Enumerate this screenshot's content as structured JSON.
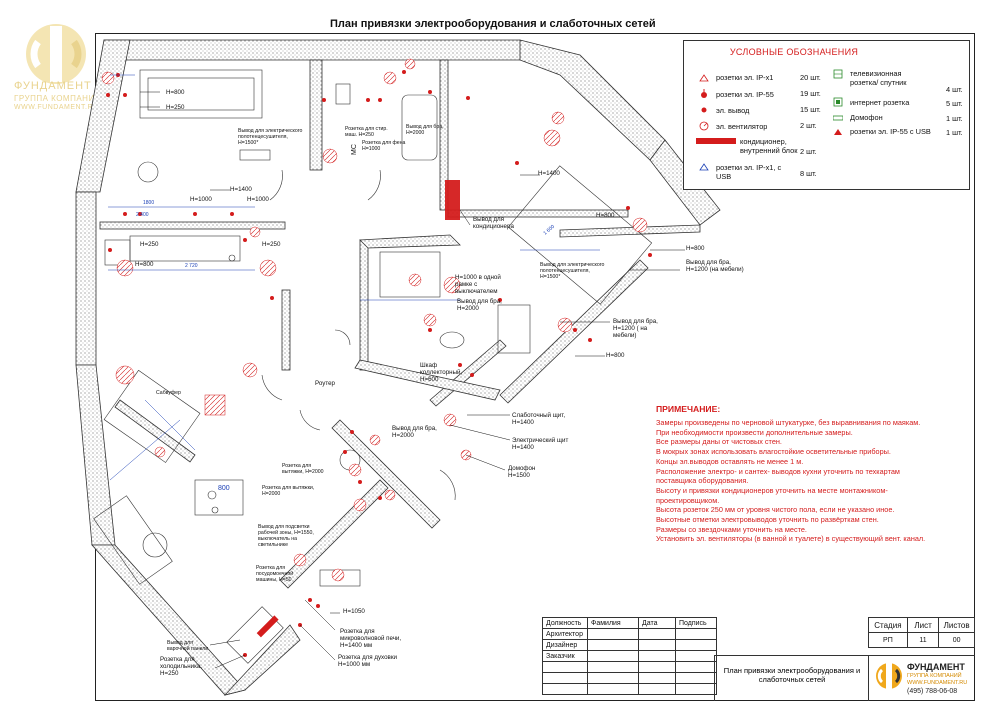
{
  "title": "План привязки электрооборудования и слаботочных сетей",
  "watermark": {
    "line1": "ФУНДАМЕНТ",
    "line2": "ГРУППА КОМПАНИЙ",
    "line3": "WWW.FUNDAMENT.RU"
  },
  "legend": {
    "title": "УСЛОВНЫЕ ОБОЗНАЧЕНИЯ",
    "left": [
      {
        "label": "розетки эл. IP-x1",
        "count": "20 шт.",
        "icon": "socket-icon"
      },
      {
        "label": "розетки эл. IP-55",
        "count": "19 шт.",
        "icon": "socket-ip55-icon"
      },
      {
        "label": "эл. вывод",
        "count": "15 шт.",
        "icon": "outlet-icon"
      },
      {
        "label": "эл. вентилятор",
        "count": "2 шт.",
        "icon": "fan-icon"
      },
      {
        "label": "кондиционер, внутренний блок",
        "count": "2 шт.",
        "icon": "ac-unit-icon"
      },
      {
        "label": "розетки эл. IP-x1, с USB",
        "count": "8 шт.",
        "icon": "usb-socket-icon"
      }
    ],
    "right": [
      {
        "label": "телевизионная розетка/ спутник",
        "count": "4 шт.",
        "icon": "tv-socket-icon"
      },
      {
        "label": "интернет розетка",
        "count": "5 шт.",
        "icon": "internet-socket-icon"
      },
      {
        "label": "Домофон",
        "count": "1 шт.",
        "icon": "intercom-icon"
      },
      {
        "label": "розетки эл. IP-55 с USB",
        "count": "1 шт.",
        "icon": "ip55-usb-socket-icon"
      }
    ]
  },
  "notes": {
    "title": "ПРИМЕЧАНИЕ:",
    "lines": [
      "Замеры произведены по черновой штукатурке, без выравнивания по маякам.",
      "При необходимости произвести дополнительные замеры.",
      "Все размеры даны от чистовых стен.",
      "В мокрых зонах использовать влагостойкие осветительные приборы.",
      "Концы эл.выводов оставлять не менее 1 м.",
      "Расположение электро- и сантех- выводов кухни уточнить по техкартам",
      " поставщика оборудования.",
      "Высоту и привязки кондиционеров уточнить на месте монтажником-",
      "проектировщиком.",
      "Высота розеток 250 мм от уровня чистого пола, если не указано иное.",
      "Высотные отметки электровыводов уточнить по развёрткам стен.",
      "Размеры со звездочками уточнить на месте.",
      "Установить эл. вентиляторы (в ванной и туалете) в существующий вент. канал."
    ]
  },
  "stamp": {
    "headers": [
      "Должность",
      "Фамилия",
      "Дата",
      "Подпись"
    ],
    "roles": [
      "Архитектор",
      "Дизайнер",
      "Заказчик"
    ],
    "sheet_headers": [
      "Стадия",
      "Лист",
      "Листов"
    ],
    "sheet_values": [
      "РП",
      "11",
      "00"
    ],
    "sheet_title": "План привязки электрооборудования и слаботочных сетей",
    "brand": "ФУНДАМЕНТ",
    "brand_sub": "ГРУППА КОМПАНИЙ",
    "brand_url": "WWW.FUNDAMENT.RU",
    "brand_phone": "(495) 788-06-08"
  },
  "plan_labels": {
    "h800_a": "Н=800",
    "h250_a": "Н=250",
    "h1400_a": "Н=1400",
    "h1000_a": "Н=1000",
    "h1000_b": "Н=1000",
    "h250_b": "Н=250",
    "h250_c": "Н=250",
    "h800_b": "Н=800",
    "ac_out": "Вывод для кондиционера",
    "h1400_b": "Н=1400",
    "h800_c": "Н=800",
    "h800_d": "Н=800",
    "bra_h1200_a": "Вывод для бра, Н=1200 (на мебели)",
    "bra_h1200_b": "Вывод для бра, Н=1200 ( на мебели)",
    "h800_e": "Н=800",
    "heater_h1500": "Вывод для электрического полотенцесушителя, Н=1500*",
    "h1000_frame": "Н=1000 в одной рамке с выключателем",
    "bra_h2000_a": "Вывод для бра, Н=2000",
    "cabinet": "Шкаф коллекторный, Н=600",
    "bra_h2000_b": "Вывод для бра, Н=2000",
    "lowcurrent": "Слаботочный щит, Н=1400",
    "electric": "Электрический щит Н=1400",
    "intercom": "Домофон Н=1500",
    "router": "Роутер",
    "hood": "Розетка для вытяжки, Н=2000",
    "boiler": "Вывод для электрического полотенцесушителя, Н=1500*",
    "wash": "Розетка для стир. маш. Н=250",
    "bra_h2000_c": "Вывод для бра, Н=2000",
    "shower": "Розетка для фена Н=1000",
    "kitchen_h1050": "Н=1050",
    "micro": "Розетка для микроволновой печи, Н=1400 мм",
    "oven": "Розетка для духовки Н=1000 мм",
    "fridge": "Розетка для холодильника, Н=250",
    "hob": "Вывод для варочной панели",
    "table_800": "800",
    "dish": "Розетка для посудомоечной машины, Н=50",
    "work_zone": "Вывод для подсветки рабочей зоны, Н=1550, выключатель на светильнике",
    "hood2": "Розетка для вытяжки, Н=2000",
    "wc": "МС",
    "balcony": "Сабвуфер",
    "dim_1800": "1800",
    "dim_2400": "2 400",
    "dim_2720": "2 720",
    "dim_1600": "1 600"
  }
}
